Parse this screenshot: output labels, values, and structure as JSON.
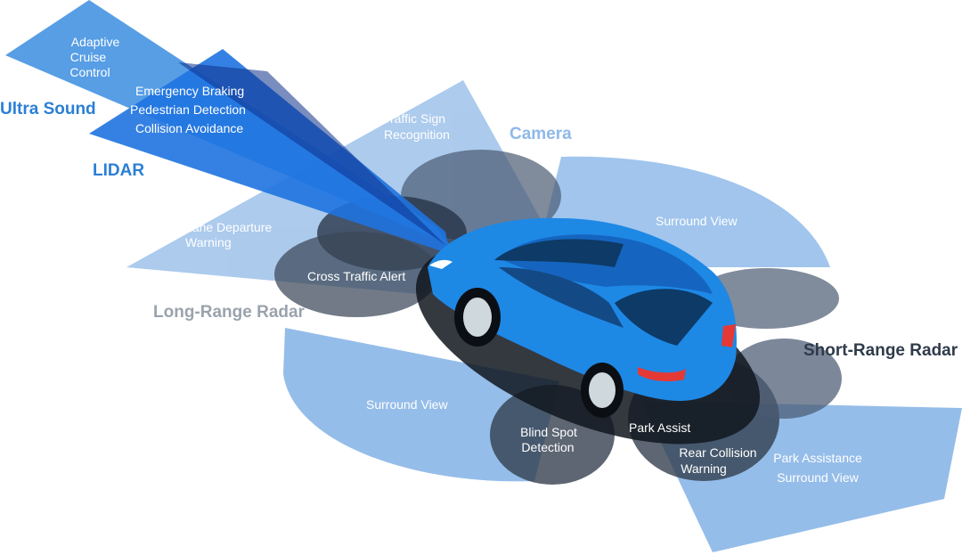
{
  "colors": {
    "camera_zone": "#8fb9e8",
    "radar_zone": "#4a5a72",
    "beam_outer": "#3a8de0",
    "beam_inner": "#1a5fd0",
    "car_body": "#1e88e5",
    "sensor_blue": "#2b7fd4",
    "sensor_grey": "#9aa3ad",
    "sensor_dark": "#2f3b4a"
  },
  "sensors": {
    "ultra_sound": "Ultra Sound",
    "lidar": "LIDAR",
    "camera": "Camera",
    "long_range_radar": "Long-Range Radar",
    "short_range_radar": "Short-Range Radar"
  },
  "functions": {
    "adaptive_cruise": [
      "Adaptive",
      "Cruise",
      "Control"
    ],
    "emergency_braking": "Emergency Braking",
    "pedestrian_detection": "Pedestrian Detection",
    "collision_avoidance": "Collision Avoidance",
    "traffic_sign": [
      "Traffic Sign",
      "Recognition"
    ],
    "lane_departure": [
      "Lane Departure",
      "Warning"
    ],
    "cross_traffic": "Cross Traffic Alert",
    "surround_view_right": "Surround View",
    "surround_view_left": "Surround View",
    "blind_spot": [
      "Blind Spot",
      "Detection"
    ],
    "park_assist": "Park Assist",
    "rear_collision": [
      "Rear Collision",
      "Warning"
    ],
    "park_assistance": [
      "Park Assistance",
      "Surround View"
    ]
  }
}
